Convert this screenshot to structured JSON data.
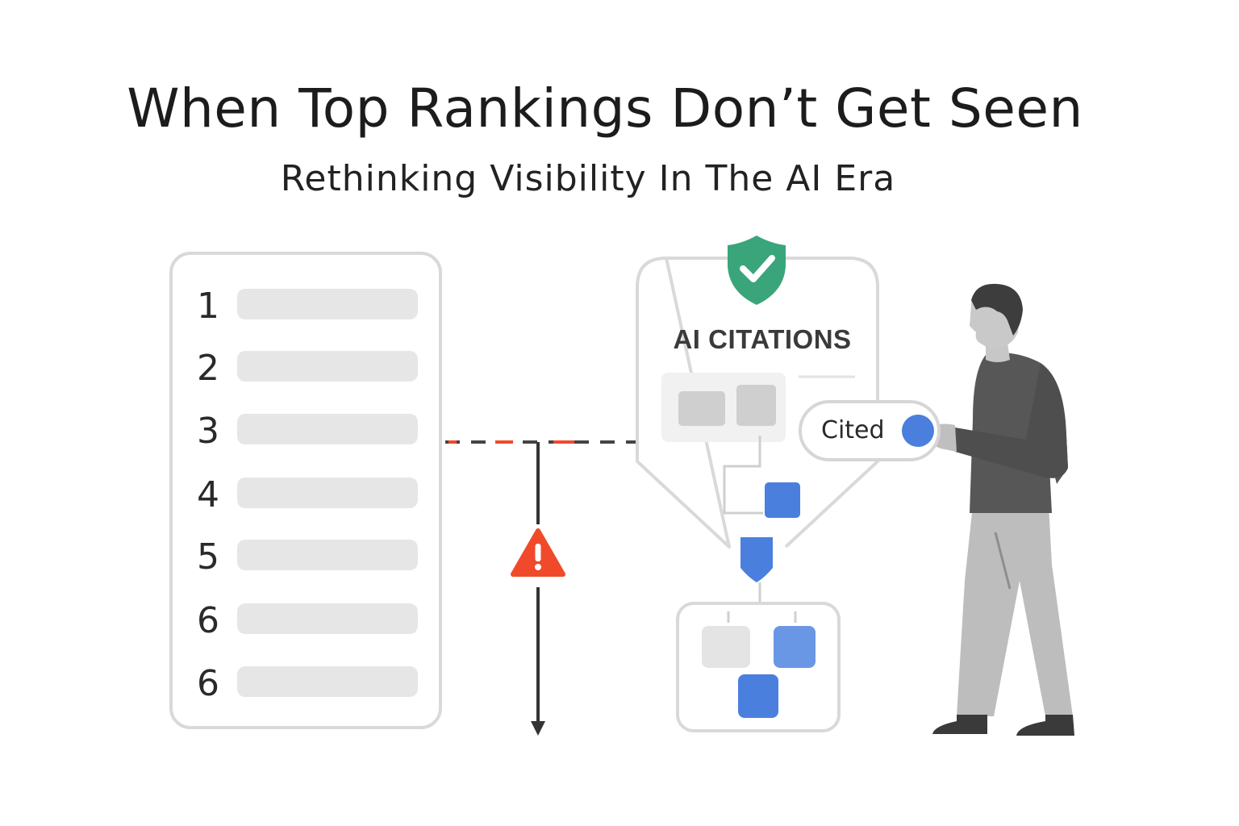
{
  "header": {
    "title": "When Top Rankings Don’t Get Seen",
    "subtitle": "Rethinking Visibility In The AI Era"
  },
  "rankings": {
    "numbers": [
      "1",
      "2",
      "3",
      "4",
      "5",
      "6",
      "6"
    ]
  },
  "ai_panel": {
    "label": "AI CITATIONS",
    "cited_label": "Cited"
  },
  "icons": {
    "shield": "shield-check-icon",
    "warning": "warning-triangle-icon",
    "person": "person-figure"
  },
  "colors": {
    "accent_blue": "#4a7fde",
    "shield_green": "#3aa57a",
    "warning_red": "#f04a2a",
    "card_border": "#d9d9d9",
    "bar_gray": "#e6e6e6"
  }
}
